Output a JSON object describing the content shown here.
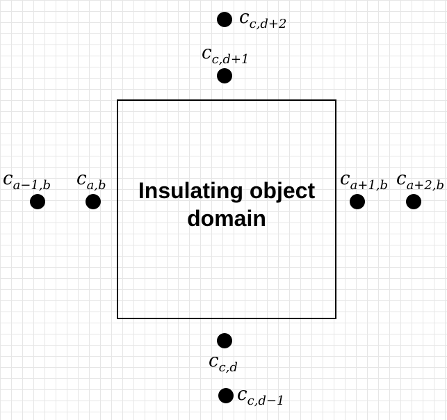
{
  "domain_label": "Insulating object domain",
  "nodes": [
    {
      "id": "c_c_d_plus_2",
      "base": "c",
      "sub": "c,d+2"
    },
    {
      "id": "c_c_d_plus_1",
      "base": "c",
      "sub": "c,d+1"
    },
    {
      "id": "c_a_minus_1_b",
      "base": "c",
      "sub": "a−1,b"
    },
    {
      "id": "c_a_b",
      "base": "c",
      "sub": "a,b"
    },
    {
      "id": "c_a_plus_1_b",
      "base": "c",
      "sub": "a+1,b"
    },
    {
      "id": "c_a_plus_2_b",
      "base": "c",
      "sub": "a+2,b"
    },
    {
      "id": "c_c_d",
      "base": "c",
      "sub": "c,d"
    },
    {
      "id": "c_c_d_minus_1",
      "base": "c",
      "sub": "c,d−1"
    }
  ],
  "colors": {
    "dot": "#000000",
    "grid": "#e6e6e6",
    "background": "#ffffff"
  }
}
